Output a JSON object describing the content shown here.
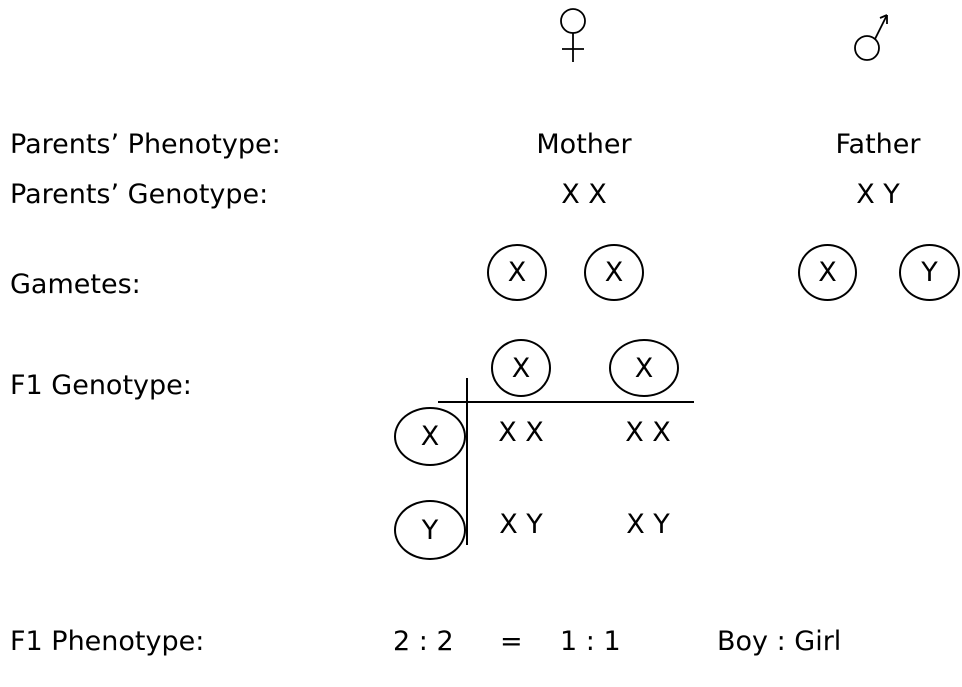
{
  "symbols": {
    "female": "female-symbol",
    "male": "male-symbol"
  },
  "labels": {
    "phenotype": "Parents’ Phenotype:",
    "genotype": "Parents’ Genotype:",
    "gametes": "Gametes:",
    "f1_genotype": "F1 Genotype:",
    "f1_phenotype": "F1 Phenotype:"
  },
  "parents": {
    "mother": {
      "phenotype": "Mother",
      "genotype": "X X",
      "gametes": [
        "X",
        "X"
      ]
    },
    "father": {
      "phenotype": "Father",
      "genotype": "X Y",
      "gametes": [
        "X",
        "Y"
      ]
    }
  },
  "punnett": {
    "column_headers": [
      "X",
      "X"
    ],
    "row_headers": [
      "X",
      "Y"
    ],
    "cells": [
      [
        "X X",
        "X X"
      ],
      [
        "X Y",
        "X Y"
      ]
    ]
  },
  "ratio": {
    "count": "2 : 2",
    "equals": "=",
    "simplified": "1 : 1",
    "description": "Boy : Girl"
  }
}
